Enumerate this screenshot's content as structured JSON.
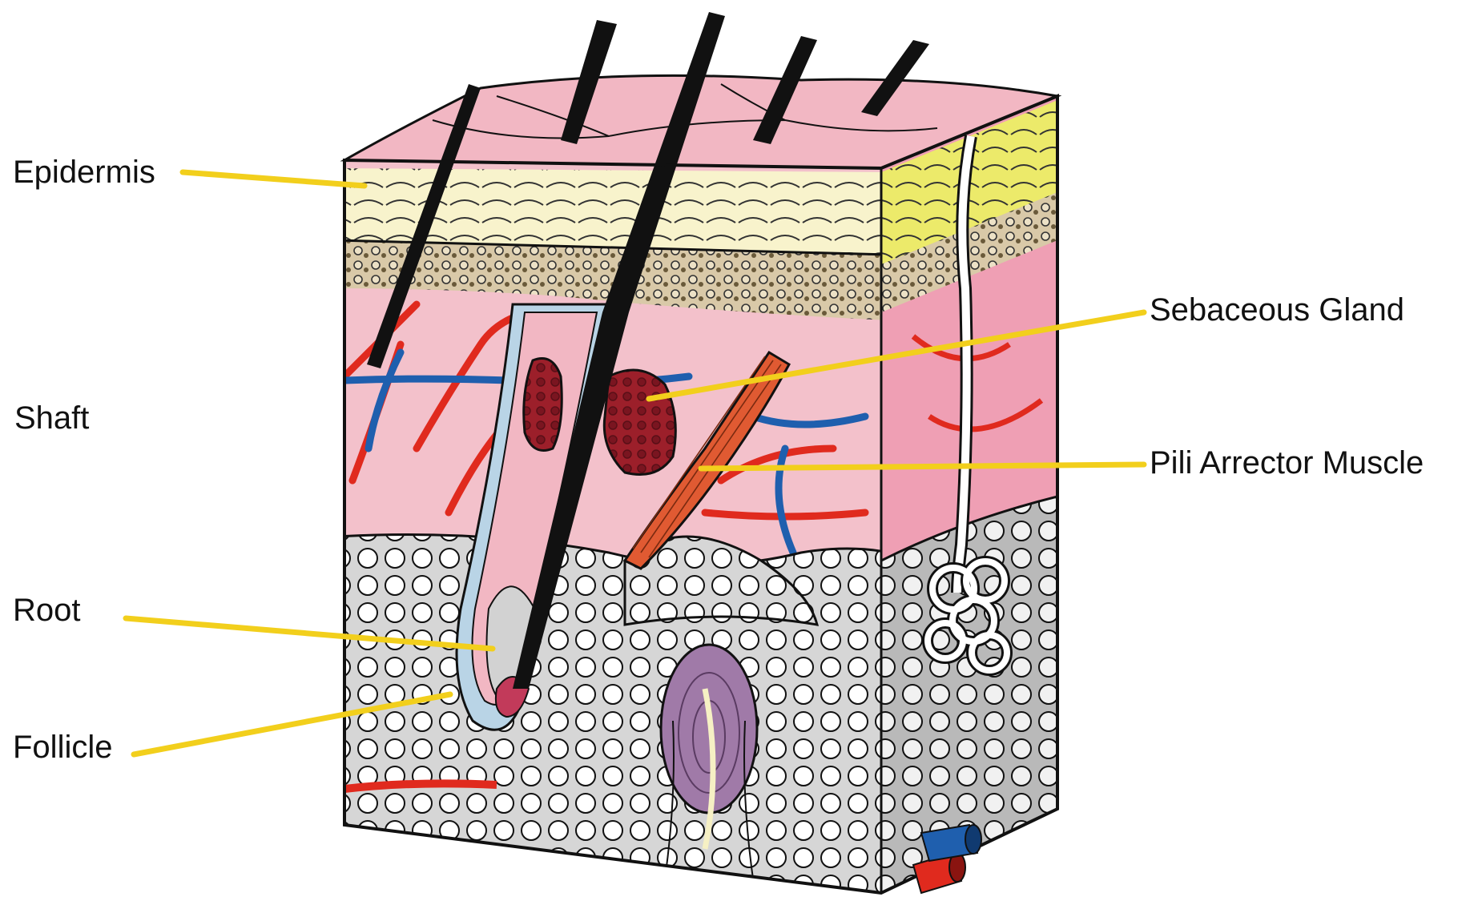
{
  "labels": {
    "epidermis": "Epidermis",
    "shaft": "Shaft",
    "root": "Root",
    "follicle": "Follicle",
    "sebaceous_gland": "Sebaceous Gland",
    "pili_arrector_muscle": "Pili Arrector Muscle"
  },
  "colors": {
    "leader_line": "#f2cf1c",
    "surface_pink": "#f2b7c3",
    "epidermis_cream": "#f8f3cc",
    "epidermis_side_yellow": "#ecea6a",
    "dermis_pink": "#f3c1cb",
    "fat_gray": "#d4d4d4",
    "artery_red": "#e02a1e",
    "vein_blue": "#1f5fae",
    "hair_black": "#111111",
    "gland_maroon": "#9c1f2a",
    "muscle_orange": "#e05a32",
    "nerve_purple": "#a07aa8"
  }
}
